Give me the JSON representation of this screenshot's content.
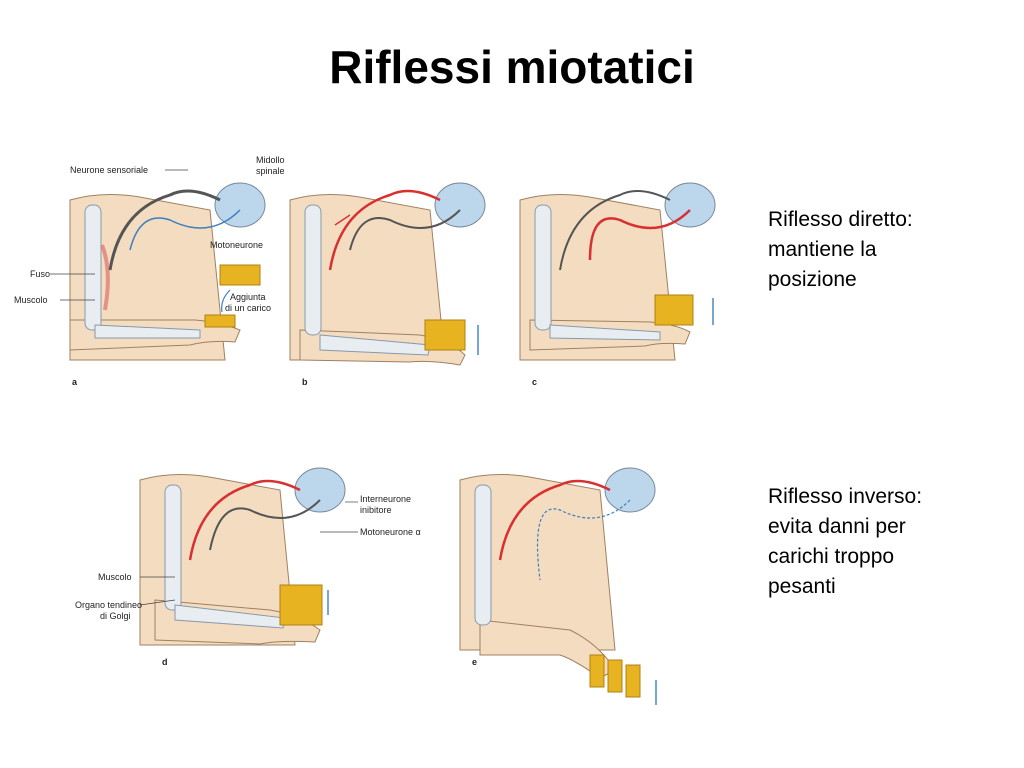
{
  "title": "Riflessi miotatici",
  "notes": {
    "direct": [
      "Riflesso diretto:",
      "mantiene la",
      "posizione"
    ],
    "inverse": [
      "Riflesso inverso:",
      "evita danni per",
      "carichi troppo",
      "pesanti"
    ]
  },
  "panels": {
    "a": {
      "letter": "a",
      "labels": {
        "sensory_neuron": "Neurone sensoriale",
        "spinal_cord": [
          "Midollo",
          "spinale"
        ],
        "spindle": "Fuso",
        "muscle": "Muscolo",
        "motor_neuron": "Motoneurone",
        "load": [
          "Aggiunta",
          "di un carico"
        ]
      }
    },
    "b": {
      "letter": "b"
    },
    "c": {
      "letter": "c"
    },
    "d": {
      "letter": "d",
      "labels": {
        "interneuron": [
          "Interneurone",
          "inibitore"
        ],
        "alpha_motor": "Motoneurone α",
        "muscle": "Muscolo",
        "golgi": [
          "Organo tendineo",
          "di Golgi"
        ]
      }
    },
    "e": {
      "letter": "e"
    }
  },
  "colors": {
    "skin": "#f4dcc0",
    "skin_outline": "#a08060",
    "bone": "#e8edf2",
    "nerve_sensory": "#d83030",
    "nerve_motor": "#3a7fc0",
    "weight": "#e8b320",
    "spinal": "#bcd6ec"
  }
}
